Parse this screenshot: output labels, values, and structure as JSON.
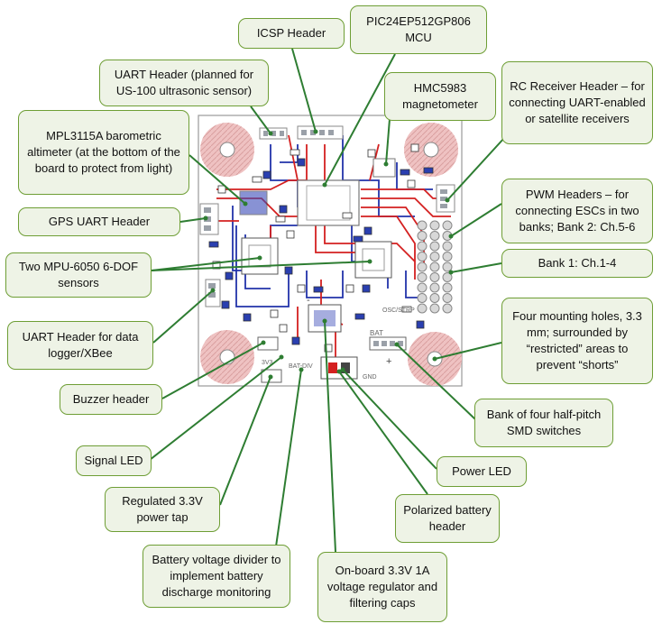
{
  "callouts": {
    "icsp": "ICSP Header",
    "mcu": "PIC24EP512GP806 MCU",
    "uart_sonar": "UART Header (planned for US-100 ultrasonic sensor)",
    "rc_receiver": "RC Receiver Header – for connecting UART-enabled or satellite receivers",
    "magnetometer": "HMC5983 magnetometer",
    "barometer": "MPL3115A barometric altimeter (at the bottom of the board to protect from light)",
    "pwm": "PWM Headers – for connecting ESCs in two banks; Bank 2: Ch.5-6",
    "gps": "GPS UART Header",
    "bank1": "Bank 1: Ch.1-4",
    "mpu": "Two MPU-6050 6-DOF sensors",
    "mounting": "Four mounting holes, 3.3 mm; surrounded by “restricted” areas to prevent “shorts”",
    "uart_logger": "UART Header for data logger/XBee",
    "buzzer": "Buzzer header",
    "switches": "Bank of four half-pitch SMD switches",
    "signal_led": "Signal LED",
    "power_led": "Power LED",
    "power_tap": "Regulated 3.3V power tap",
    "battery_header": "Polarized battery header",
    "divider": "Battery voltage divider to implement battery discharge monitoring",
    "regulator": "On-board 3.3V 1A voltage regulator and filtering caps"
  },
  "board_labels": {
    "bat": "BAT",
    "bat_div": "BAT-DIV",
    "strip": "OSC/STRP",
    "gnd": "GND",
    "vcc": "3V3",
    "plus": "+",
    "minus": "-"
  },
  "colors": {
    "callout_fill": "#eef3e6",
    "callout_border": "#6e9e35",
    "leader": "#2e7d32",
    "trace_top": "#d42020",
    "trace_bottom": "#2233aa",
    "pad": "#9aa0a8",
    "mount_ring": "#e9b4b4"
  }
}
